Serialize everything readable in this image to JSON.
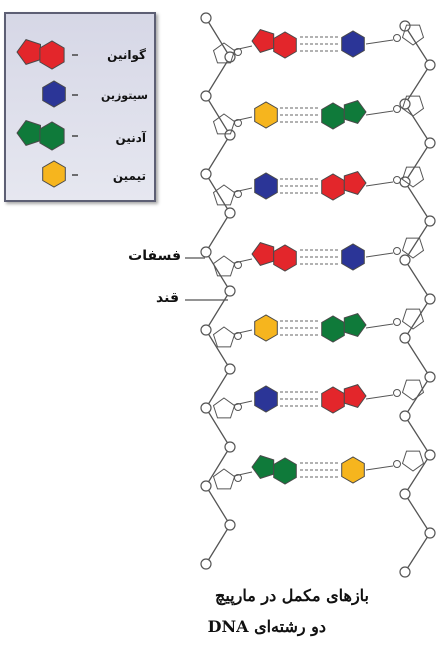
{
  "legend": {
    "items": [
      {
        "label": "گوانین",
        "color": "#e3262b",
        "shape": "hexagon-pentagon",
        "icon": "guanine-icon"
      },
      {
        "label": "سیتوزین",
        "color": "#2b3597",
        "shape": "hexagon",
        "icon": "cytosine-icon"
      },
      {
        "label": "آدنین",
        "color": "#0f7a3a",
        "shape": "hexagon-pentagon",
        "icon": "adenine-icon"
      },
      {
        "label": "تیمین",
        "color": "#f6b51e",
        "shape": "hexagon",
        "icon": "thymine-icon"
      }
    ]
  },
  "labels": {
    "phosphate": "فسفات",
    "sugar": "قند"
  },
  "caption": {
    "line1": "بازهای مکمل در مارپیچ",
    "line2": "دو رشته‌ای DNA"
  },
  "pairs": [
    {
      "left": "G",
      "right": "C"
    },
    {
      "left": "T",
      "right": "A"
    },
    {
      "left": "C",
      "right": "G"
    },
    {
      "left": "G",
      "right": "C"
    },
    {
      "left": "T",
      "right": "A"
    },
    {
      "left": "C",
      "right": "G"
    },
    {
      "left": "A",
      "right": "T"
    }
  ],
  "colors": {
    "G": "#e3262b",
    "C": "#2b3597",
    "A": "#0f7a3a",
    "T": "#f6b51e",
    "backbone": "#555555"
  }
}
